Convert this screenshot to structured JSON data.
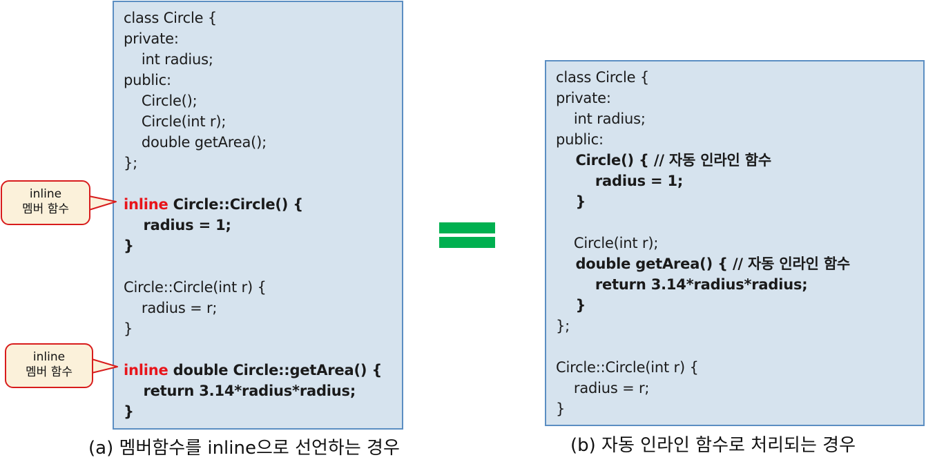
{
  "code_a": [
    [
      {
        "t": "class Circle {"
      }
    ],
    [
      {
        "t": "private:"
      }
    ],
    [
      {
        "t": "    int radius;"
      }
    ],
    [
      {
        "t": "public:"
      }
    ],
    [
      {
        "t": "    Circle();"
      }
    ],
    [
      {
        "t": "    Circle(int r);"
      }
    ],
    [
      {
        "t": "    double getArea();"
      }
    ],
    [
      {
        "t": "};"
      }
    ],
    [
      {
        "t": ""
      }
    ],
    [
      {
        "t": "inline",
        "s": "kw"
      },
      {
        "t": " Circle::Circle() {",
        "s": "b"
      }
    ],
    [
      {
        "t": "    radius = 1;",
        "s": "b"
      }
    ],
    [
      {
        "t": "}",
        "s": "b"
      }
    ],
    [
      {
        "t": ""
      }
    ],
    [
      {
        "t": "Circle::Circle(int r) {"
      }
    ],
    [
      {
        "t": "    radius = r;"
      }
    ],
    [
      {
        "t": "}"
      }
    ],
    [
      {
        "t": ""
      }
    ],
    [
      {
        "t": "inline",
        "s": "kw"
      },
      {
        "t": " double Circle::getArea() {",
        "s": "b"
      }
    ],
    [
      {
        "t": "    return 3.14*radius*radius;",
        "s": "b"
      }
    ],
    [
      {
        "t": "}",
        "s": "b"
      }
    ]
  ],
  "code_b": [
    [
      {
        "t": "class Circle {"
      }
    ],
    [
      {
        "t": "private:"
      }
    ],
    [
      {
        "t": "    int radius;"
      }
    ],
    [
      {
        "t": "public:"
      }
    ],
    [
      {
        "t": "    Circle() { // 자동 인라인 함수",
        "s": "b"
      }
    ],
    [
      {
        "t": "        radius = 1;",
        "s": "b"
      }
    ],
    [
      {
        "t": "    }",
        "s": "b"
      }
    ],
    [
      {
        "t": ""
      }
    ],
    [
      {
        "t": "    Circle(int r);"
      }
    ],
    [
      {
        "t": "    double getArea() { // 자동 인라인 함수",
        "s": "b"
      }
    ],
    [
      {
        "t": "        return 3.14*radius*radius;",
        "s": "b"
      }
    ],
    [
      {
        "t": "    }",
        "s": "b"
      }
    ],
    [
      {
        "t": "};"
      }
    ],
    [
      {
        "t": ""
      }
    ],
    [
      {
        "t": "Circle::Circle(int r) {"
      }
    ],
    [
      {
        "t": "    radius = r;"
      }
    ],
    [
      {
        "t": "}"
      }
    ]
  ],
  "callouts": [
    {
      "line1": "inline",
      "line2": "멤버 함수"
    },
    {
      "line1": "inline",
      "line2": "멤버 함수"
    }
  ],
  "captions": {
    "a": "(a) 멤버함수를 inline으로 선언하는 경우",
    "b": "(b) 자동 인라인 함수로 처리되는 경우"
  },
  "colors": {
    "keyword": "#e8141a",
    "box_fill": "#d6e3ee",
    "box_border": "#5b8ec2",
    "equals": "#00b050",
    "callout_fill": "#fbf1da",
    "callout_border": "#d81c1c"
  }
}
